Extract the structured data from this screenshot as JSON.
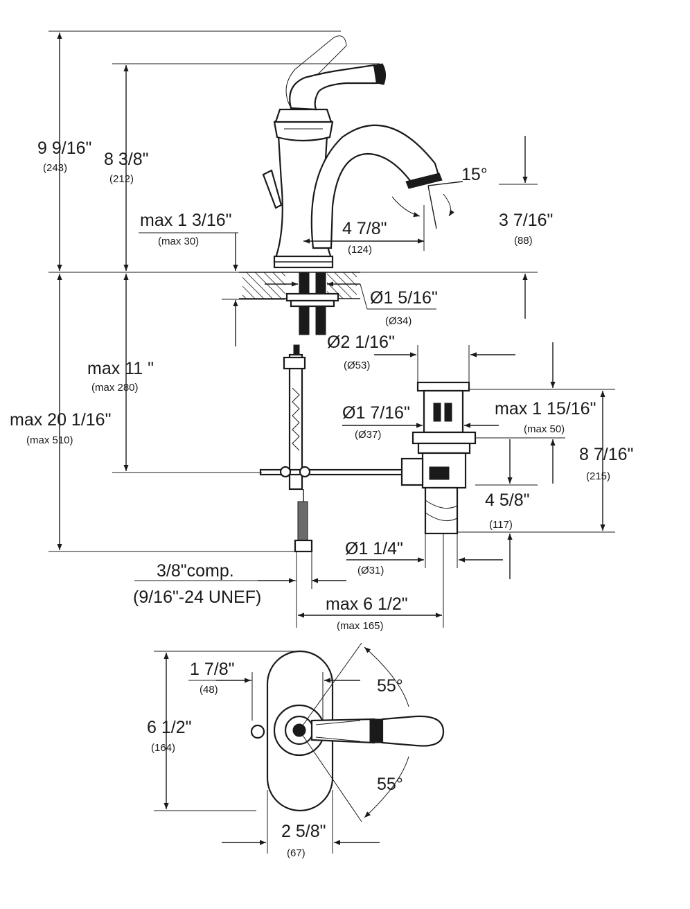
{
  "dimensions": {
    "total_height": {
      "label": "9 9/16\"",
      "metric": "(243)"
    },
    "spout_height": {
      "label": "8 3/8\"",
      "metric": "(212)"
    },
    "max_deck": {
      "label": "max 1 3/16\"",
      "metric": "(max 30)"
    },
    "spout_reach": {
      "label": "4 7/8\"",
      "metric": "(124)"
    },
    "spout_angle": {
      "label": "15°"
    },
    "spout_clearance": {
      "label": "3 7/16\"",
      "metric": "(88)"
    },
    "hole_diameter": {
      "label": "Ø1 5/16\"",
      "metric": "(Ø34)"
    },
    "drain_top_diameter": {
      "label": "Ø2 1/16\"",
      "metric": "(Ø53)"
    },
    "max_below_deck": {
      "label": "max 11 \"",
      "metric": "(max 280)"
    },
    "max_total_below": {
      "label": "max 20 1/16\"",
      "metric": "(max 510)"
    },
    "drain_body_diameter": {
      "label": "Ø1 7/16\"",
      "metric": "(Ø37)"
    },
    "drain_max_thickness": {
      "label": "max 1 15/16\"",
      "metric": "(max 50)"
    },
    "drain_length": {
      "label": "8 7/16\"",
      "metric": "(215)"
    },
    "drain_lower": {
      "label": "4 5/8\"",
      "metric": "(117)"
    },
    "tailpiece_diameter": {
      "label": "Ø1 1/4\"",
      "metric": "(Ø31)"
    },
    "connection": {
      "label": "3/8\"comp.",
      "metric": "(9/16\"-24 UNEF)"
    },
    "max_offset": {
      "label": "max 6 1/2\"",
      "metric": "(max 165)"
    },
    "handle_offset": {
      "label": "1 7/8\"",
      "metric": "(48)"
    },
    "handle_angle_up": {
      "label": "55°"
    },
    "handle_angle_down": {
      "label": "55°"
    },
    "base_length": {
      "label": "6 1/2\"",
      "metric": "(164)"
    },
    "base_width": {
      "label": "2 5/8\"",
      "metric": "(67)"
    }
  }
}
